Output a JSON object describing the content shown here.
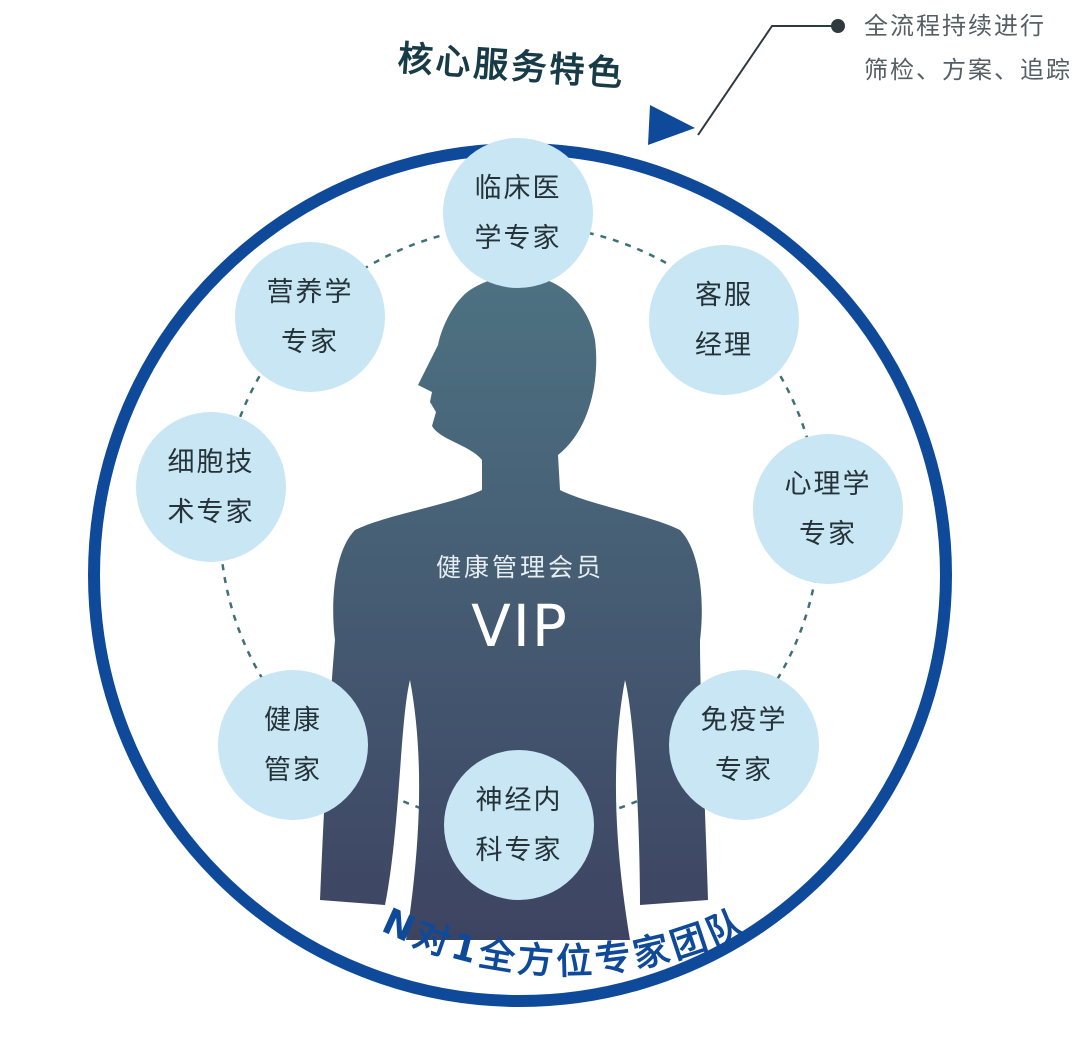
{
  "title": "核心服务特色",
  "annotation": {
    "line1": "全流程持续进行",
    "line2": "筛检、方案、追踪"
  },
  "center": {
    "label": "健康管理会员",
    "badge": "VIP"
  },
  "bottom_caption": "N对1全方位专家团队",
  "experts": [
    {
      "line1": "临床医",
      "line2": "学专家"
    },
    {
      "line1": "客服",
      "line2": "经理"
    },
    {
      "line1": "心理学",
      "line2": "专家"
    },
    {
      "line1": "免疫学",
      "line2": "专家"
    },
    {
      "line1": "神经内",
      "line2": "科专家"
    },
    {
      "line1": "健康",
      "line2": "管家"
    },
    {
      "line1": "细胞技",
      "line2": "术专家"
    },
    {
      "line1": "营养学",
      "line2": "专家"
    }
  ],
  "colors": {
    "ring": "#0f4a9a",
    "bubble": "#c8e6f3",
    "silhouette_top": "#4c6f80",
    "silhouette_bottom": "#3e4664",
    "dashed_ring": "#3f6f79"
  }
}
